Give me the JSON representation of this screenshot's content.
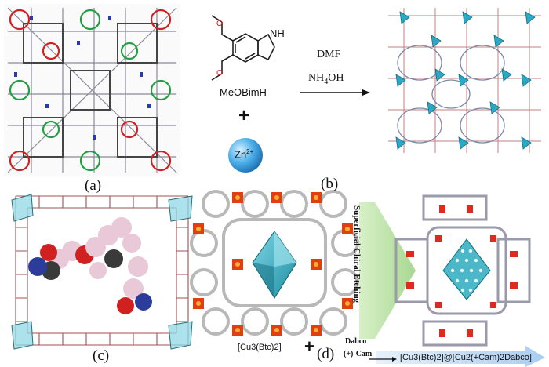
{
  "panels": {
    "a": {
      "label": "(a)"
    },
    "b": {
      "label": "(b)",
      "ligand_name": "MeOBimH",
      "nh_label": "NH",
      "plus": "+",
      "zinc_ion": "Zn",
      "zinc_charge": "2+",
      "reagent_solvent": "DMF",
      "reagent_base_main": "NH",
      "reagent_base_sub": "4",
      "reagent_base_tail": "OH"
    },
    "c": {
      "label": "(c)"
    },
    "d": {
      "label": "(d)",
      "vertical_text": "Superficial Chiral Etching",
      "reactant": "[Cu3(Btc)2]",
      "plus": "+",
      "reagent_top": "Dabco",
      "reagent_bottom": "(+)-Cam",
      "product": "[Cu3(Btc)2]@[Cu2(+Cam)2Dabco]"
    }
  },
  "colors": {
    "polyhedron_teal": "#2fb4c8",
    "copper_orange": "#f0a020",
    "oxygen_red": "#e02020",
    "zinc_sphere": "#3aa6e6",
    "arrow_green": "#b8e0a0",
    "arrow_blue": "#cfe4f8"
  }
}
